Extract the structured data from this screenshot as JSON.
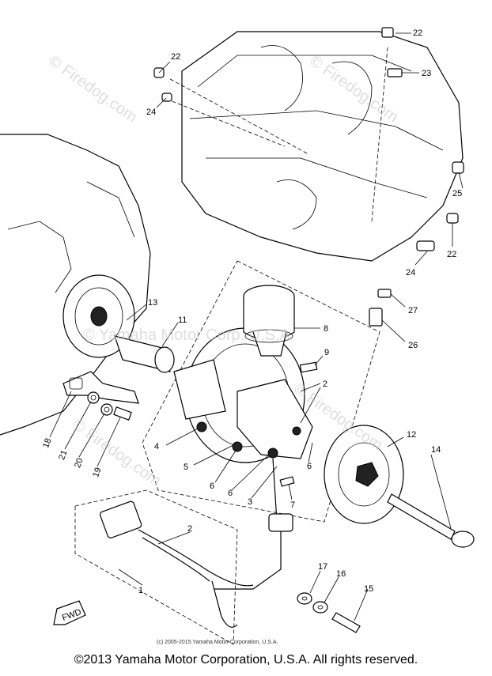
{
  "footer": "©2013 Yamaha Motor Corporation, U.S.A. All rights reserved.",
  "inner_copyright": "(c) 2005-2015 Yamaha Motor Corporation, U.S.A.",
  "fwd_label": "FWD",
  "watermarks": [
    "© Firedog.com",
    "© Firedog.com",
    "© Yamaha Motor Corp. U.S.A",
    "© Firedog.com",
    "© Firedog.com"
  ],
  "callouts": [
    "22",
    "24",
    "22",
    "23",
    "25",
    "22",
    "24",
    "27",
    "26",
    "13",
    "11",
    "8",
    "9",
    "2",
    "12",
    "14",
    "18",
    "21",
    "20",
    "19",
    "4",
    "5",
    "6",
    "6",
    "3",
    "6",
    "7",
    "2",
    "1",
    "17",
    "16",
    "15"
  ]
}
